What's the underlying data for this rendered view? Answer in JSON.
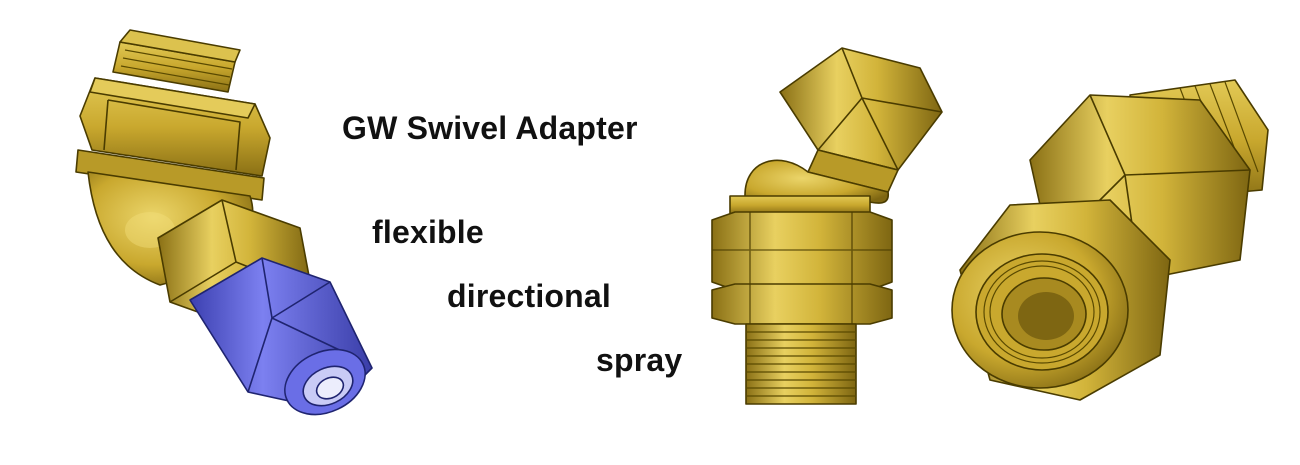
{
  "title": "GW Swivel Adapter",
  "keywords": [
    "flexible",
    "directional",
    "spray"
  ],
  "colors": {
    "brass": "#C9A82E",
    "brass_light": "#E8D060",
    "brass_dark": "#8A7015",
    "blue": "#5A5FD8",
    "outline": "#4A3C00"
  },
  "illustrations": [
    "swivel-adapter-with-blue-nozzle",
    "swivel-adapter-side-view",
    "swivel-adapter-end-view"
  ]
}
